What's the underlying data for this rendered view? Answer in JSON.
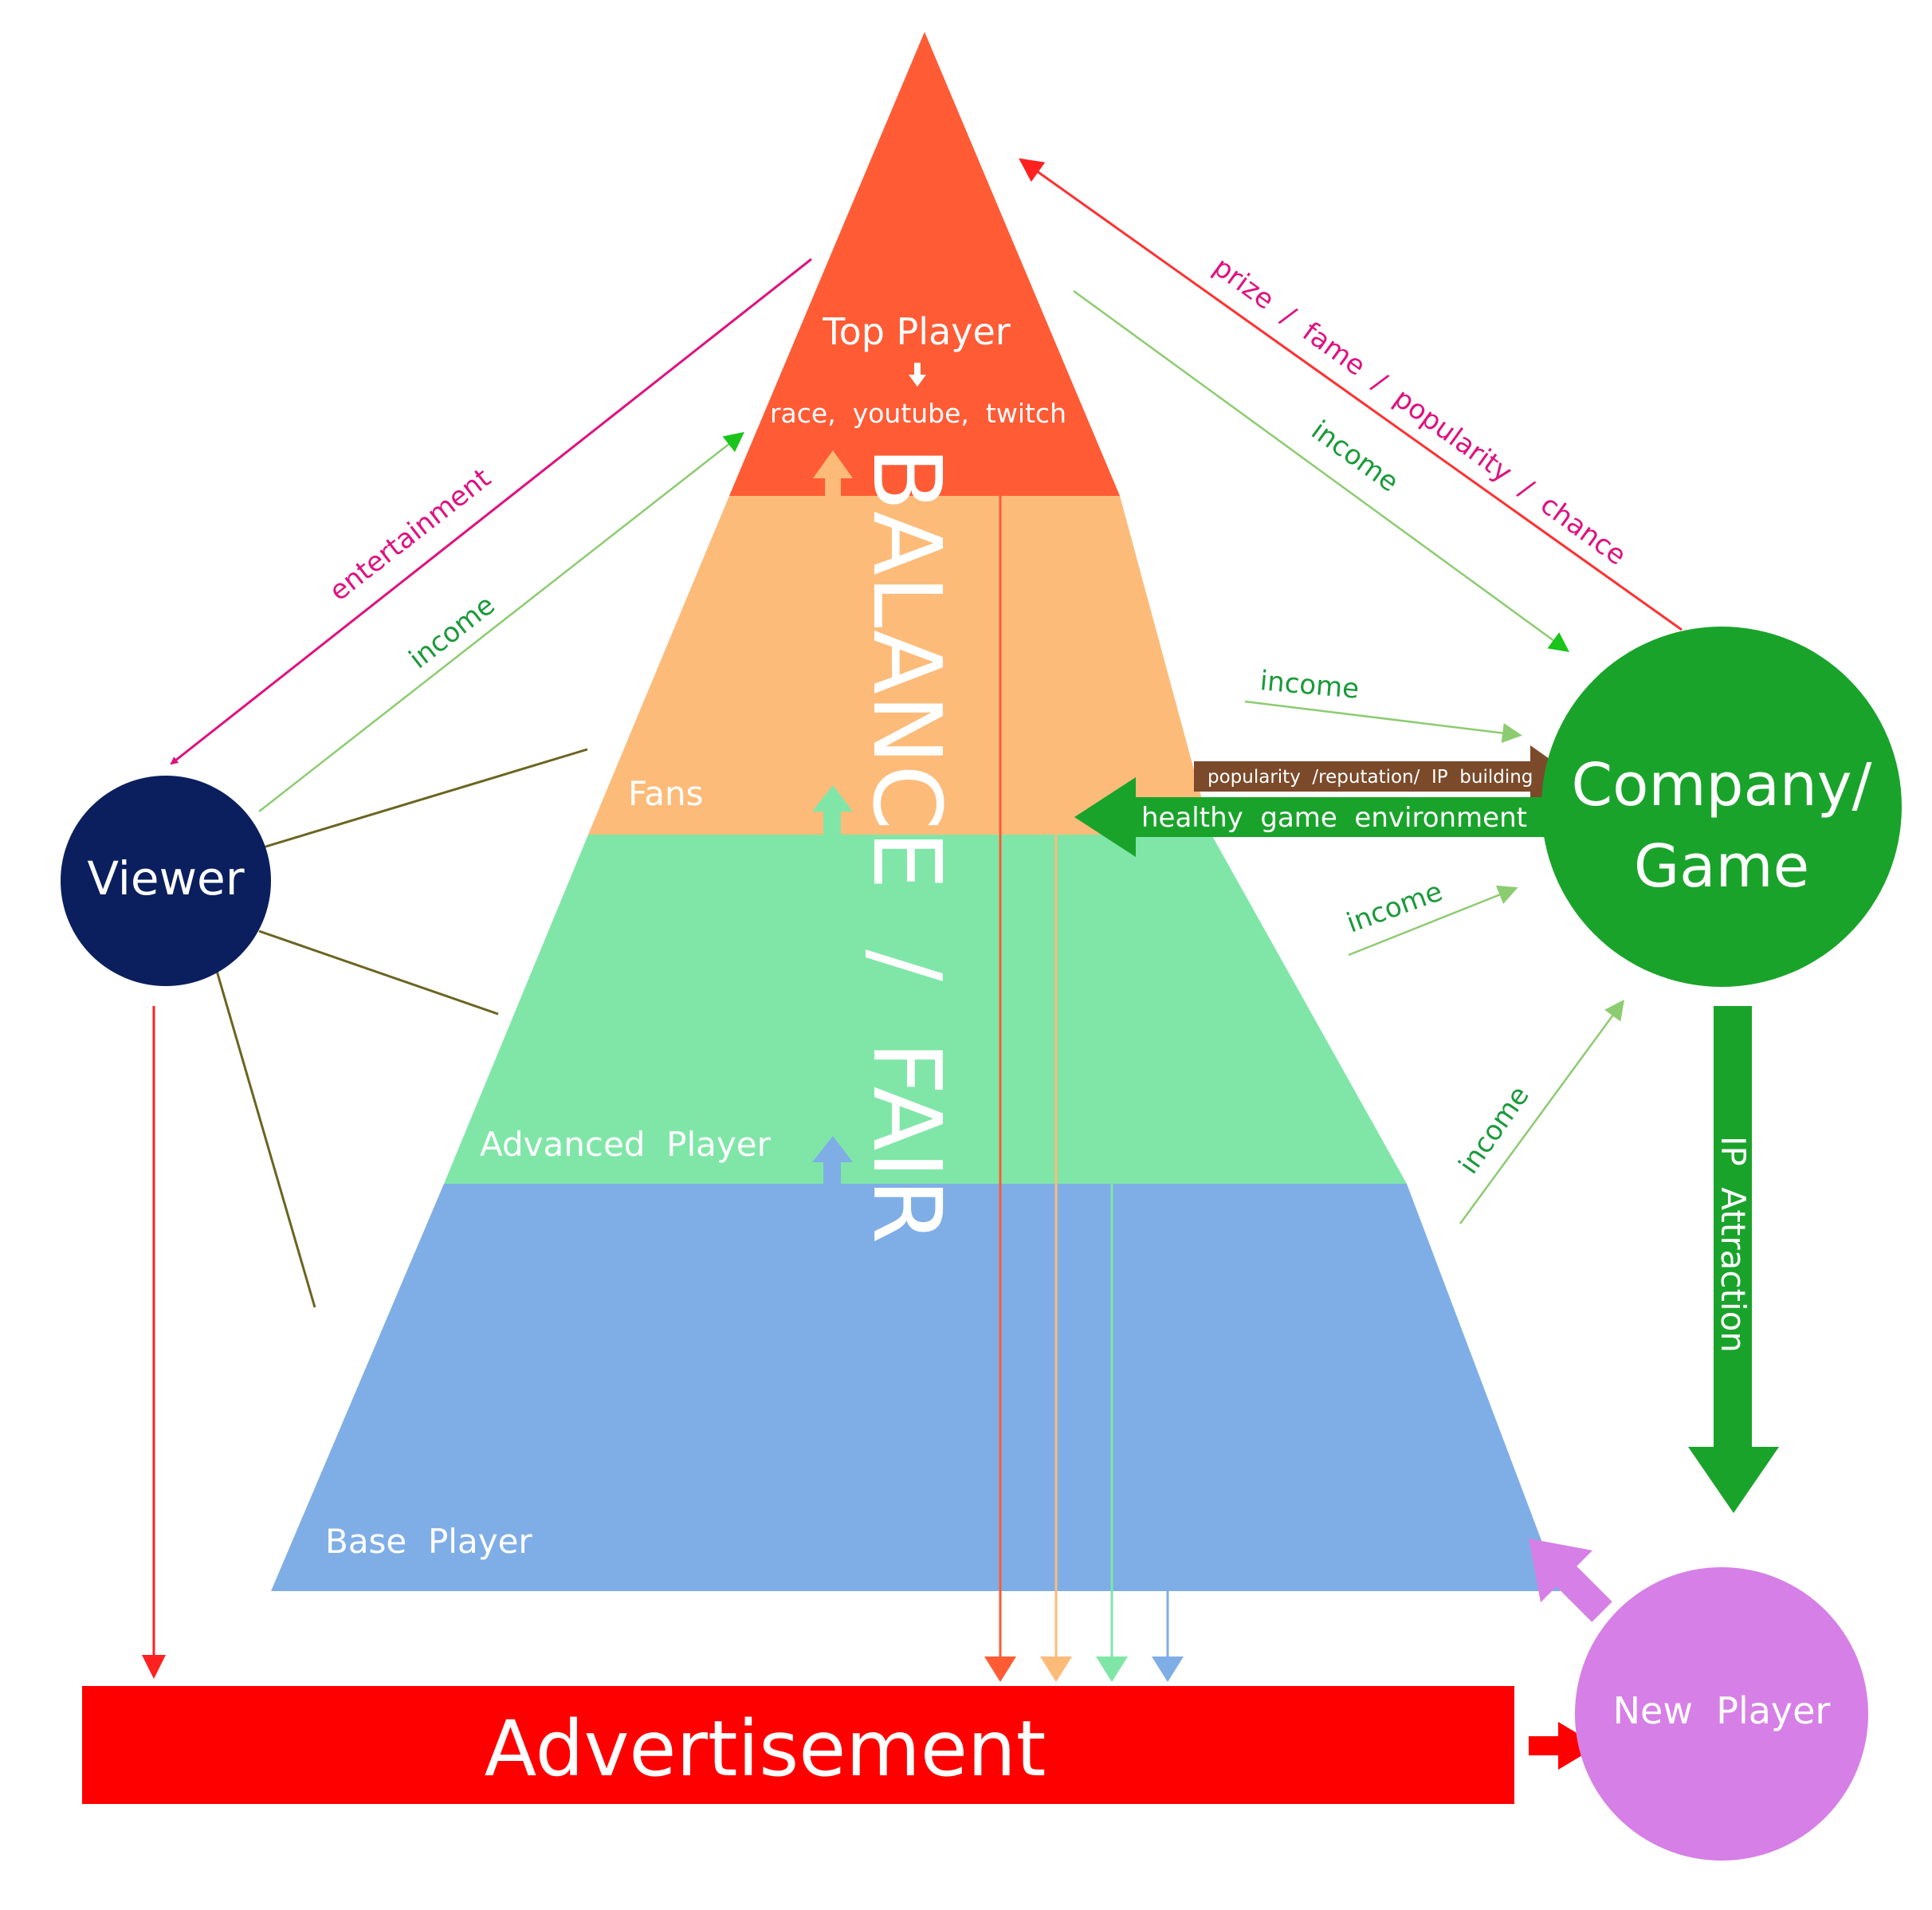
{
  "tiers": {
    "top": {
      "label": "Top Player",
      "sub": "race,  youtube,  twitch",
      "color": "#ff5b35"
    },
    "fans": {
      "label": "Fans",
      "color": "#fdbb7a"
    },
    "advanced": {
      "label": "Advanced  Player",
      "color": "#80e6a8"
    },
    "base": {
      "label": "Base  Player",
      "color": "#7faee6"
    }
  },
  "center_text": "BALANCE  /  FAIR",
  "nodes": {
    "viewer": {
      "label": "Viewer",
      "color": "#0b1f5e"
    },
    "company": {
      "line1": "Company/",
      "line2": "Game",
      "color": "#1aa32b"
    },
    "new_player": {
      "label": "New  Player",
      "color": "#d67fe6"
    }
  },
  "advertisement": {
    "label": "Advertisement",
    "color": "#ff0000"
  },
  "edges": {
    "entertainment": "entertainment",
    "income_viewer": "income",
    "income_top": "income",
    "prize": "prize  /  fame  /  popularity  /  chance",
    "income_fans": "income",
    "popularity": "popularity  /reputation/  IP  building",
    "healthy": "healthy  game  environment",
    "income_adv": "income",
    "income_base": "income",
    "ip_attraction": "IP  Attraction"
  },
  "colors": {
    "income": "#70c060",
    "pink": "#e0107f",
    "red_line": "#ff3030",
    "olive": "#6b6420",
    "brown": "#7a4a2a",
    "green_arrow": "#1aa32b"
  }
}
